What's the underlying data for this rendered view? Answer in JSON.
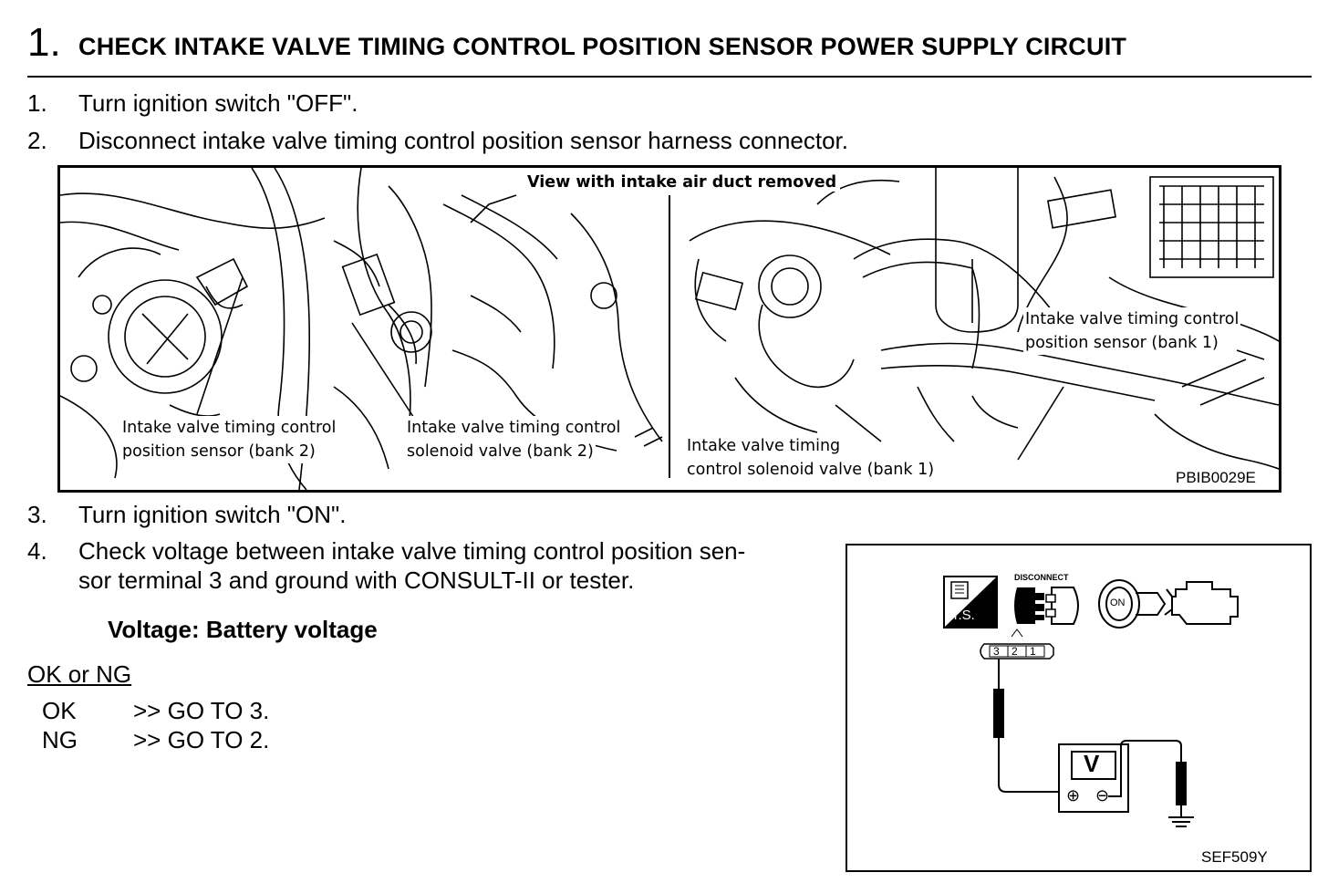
{
  "heading": {
    "number": "1.",
    "title": "CHECK INTAKE VALVE TIMING CONTROL POSITION SENSOR POWER SUPPLY CIRCUIT"
  },
  "steps": [
    {
      "num": "1.",
      "text": "Turn ignition switch \"OFF\"."
    },
    {
      "num": "2.",
      "text": "Disconnect intake valve timing control position sensor harness connector."
    },
    {
      "num": "3.",
      "text": "Turn ignition switch \"ON\"."
    },
    {
      "num": "4.",
      "line1": "Check voltage between intake valve timing control position sen-",
      "line2": "sor terminal 3 and ground with CONSULT-II or tester."
    }
  ],
  "spec": "Voltage: Battery voltage",
  "result": {
    "heading": "OK or NG",
    "rows": [
      {
        "status": "OK",
        "action": ">> GO TO 3."
      },
      {
        "status": "NG",
        "action": ">> GO TO 2."
      }
    ]
  },
  "figure1": {
    "header": "View with intake air duct removed",
    "labels": {
      "sensor_bank2_l1": "Intake valve timing control",
      "sensor_bank2_l2": "position sensor (bank 2)",
      "solenoid_bank2_l1": "Intake valve timing control",
      "solenoid_bank2_l2": "solenoid valve (bank 2)",
      "solenoid_bank1_l1": "Intake valve timing",
      "solenoid_bank1_l2": "control solenoid valve (bank 1)",
      "sensor_bank1_l1": "Intake valve timing control",
      "sensor_bank1_l2": "position sensor (bank 1)"
    },
    "code": "PBIB0029E"
  },
  "figure2": {
    "ts_label": "T.S.",
    "disconnect_label": "DISCONNECT",
    "on_label": "ON",
    "terminals": [
      "3",
      "2",
      "1"
    ],
    "meter_label": "V",
    "plus": "⊕",
    "minus": "⊖",
    "code": "SEF509Y"
  }
}
